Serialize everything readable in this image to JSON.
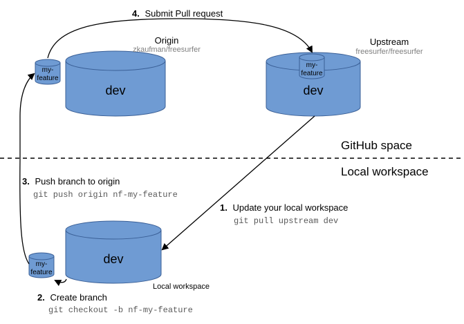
{
  "colors": {
    "cylinder_fill": "#6f9bd3",
    "cylinder_stroke": "#3a5f96",
    "line": "#000000",
    "muted_text": "#7f7f7f",
    "text": "#000000"
  },
  "regions": {
    "github_space": "GitHub space",
    "local_workspace": "Local workspace"
  },
  "repos": {
    "origin": {
      "title": "Origin",
      "subtitle": "zkaufman/freesurfer",
      "db_label": "dev",
      "branch_label_1": "my-",
      "branch_label_2": "feature"
    },
    "upstream": {
      "title": "Upstream",
      "subtitle": "freesurfer/freesurfer",
      "db_label": "dev",
      "branch_label_1": "my-",
      "branch_label_2": "feature"
    },
    "local": {
      "title": "Local workspace",
      "db_label": "dev",
      "branch_label_1": "my-",
      "branch_label_2": "feature"
    }
  },
  "steps": [
    {
      "number": "1.",
      "label": "Update your local workspace",
      "command": "git pull upstream dev"
    },
    {
      "number": "2.",
      "label": "Create branch",
      "command": "git checkout -b nf-my-feature"
    },
    {
      "number": "3.",
      "label": "Push branch to origin",
      "command": "git push origin nf-my-feature"
    },
    {
      "number": "4.",
      "label": "Submit Pull request",
      "command": ""
    }
  ],
  "icons": {
    "arrow_head": "arrow-head-icon"
  }
}
